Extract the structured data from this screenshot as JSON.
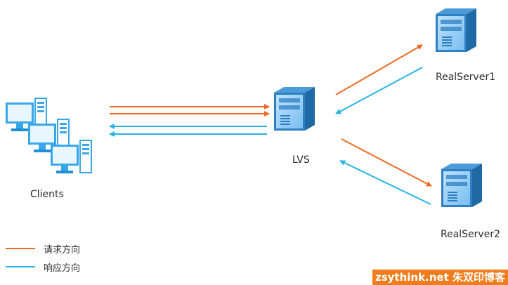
{
  "nodes": {
    "clients": "Clients",
    "lvs": "LVS",
    "realserver1": "RealServer1",
    "realserver2": "RealServer2"
  },
  "legend": {
    "request": "请求方向",
    "response": "响应方向"
  },
  "colors": {
    "request": "#f06a24",
    "response": "#26b3e6",
    "server_body": "#3b8fd0",
    "server_side": "#1f6aa5",
    "monitor": "#3aa6ea"
  },
  "watermark": "zsythink.net 朱双印博客"
}
